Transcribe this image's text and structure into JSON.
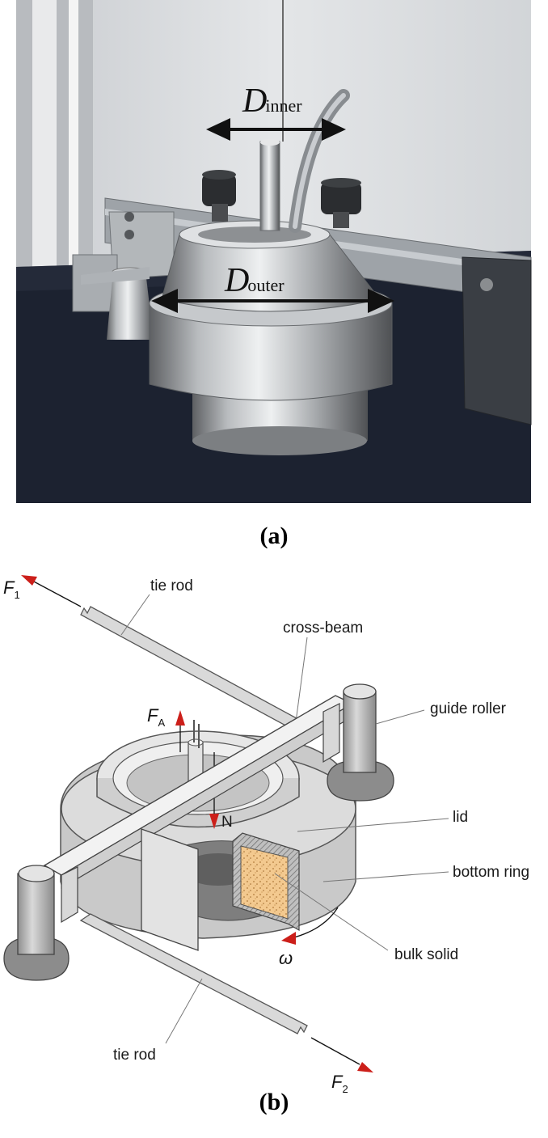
{
  "photo": {
    "d_inner_symbol": "D",
    "d_inner_subscript": "inner",
    "d_outer_symbol": "D",
    "d_outer_subscript": "outer"
  },
  "captions": {
    "a": "(a)",
    "b": "(b)"
  },
  "diagram": {
    "labels": {
      "tie_rod_top": "tie rod",
      "cross_beam": "cross-beam",
      "guide_roller": "guide roller",
      "lid": "lid",
      "bottom_ring": "bottom ring",
      "bulk_solid": "bulk solid",
      "tie_rod_bottom": "tie rod"
    },
    "forces": {
      "f1_symbol": "F",
      "f1_subscript": "1",
      "f2_symbol": "F",
      "f2_subscript": "2",
      "fa_symbol": "F",
      "fa_subscript": "A",
      "normal": "N",
      "omega": "ω"
    }
  },
  "colors": {
    "force_arrow": "#cc1f1a",
    "bulk_solid_fill": "#f3c98f",
    "metal_light": "#dcdcdc",
    "metal_dark": "#9a9a9a",
    "photo_background": "#dadde0",
    "table_surface": "#1c2230"
  }
}
